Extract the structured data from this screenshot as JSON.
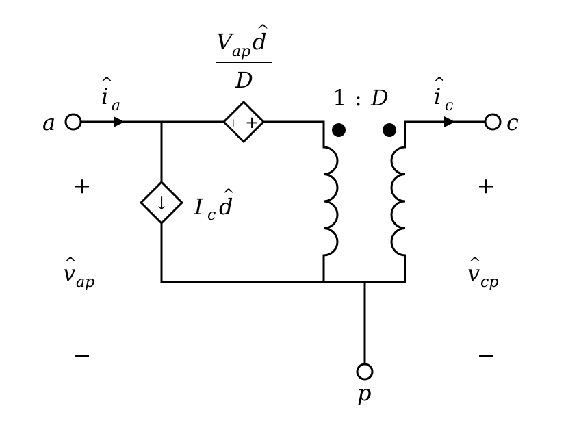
{
  "terminals": {
    "a": "a",
    "c": "c",
    "p": "p"
  },
  "currents": {
    "ia": {
      "hat": "^",
      "sym": "i",
      "sub": "a"
    },
    "ic": {
      "hat": "^",
      "sym": "i",
      "sub": "c"
    }
  },
  "voltages": {
    "vap": {
      "hat": "^",
      "sym": "v",
      "sub": "ap"
    },
    "vcp": {
      "hat": "^",
      "sym": "v",
      "sub": "cp"
    }
  },
  "polarity": {
    "plus": "+",
    "minus": "−"
  },
  "voltage_source": {
    "num_sym": "V",
    "num_sub": "ap",
    "num_d": "d",
    "hat": "^",
    "den": "D",
    "plus": "+",
    "minus": "−"
  },
  "current_source": {
    "sym": "I",
    "sub": "c",
    "d": "d",
    "hat": "^",
    "arrow": "↓"
  },
  "transformer": {
    "ratio_left": "1",
    "ratio_colon": ":",
    "ratio_right": "D"
  }
}
